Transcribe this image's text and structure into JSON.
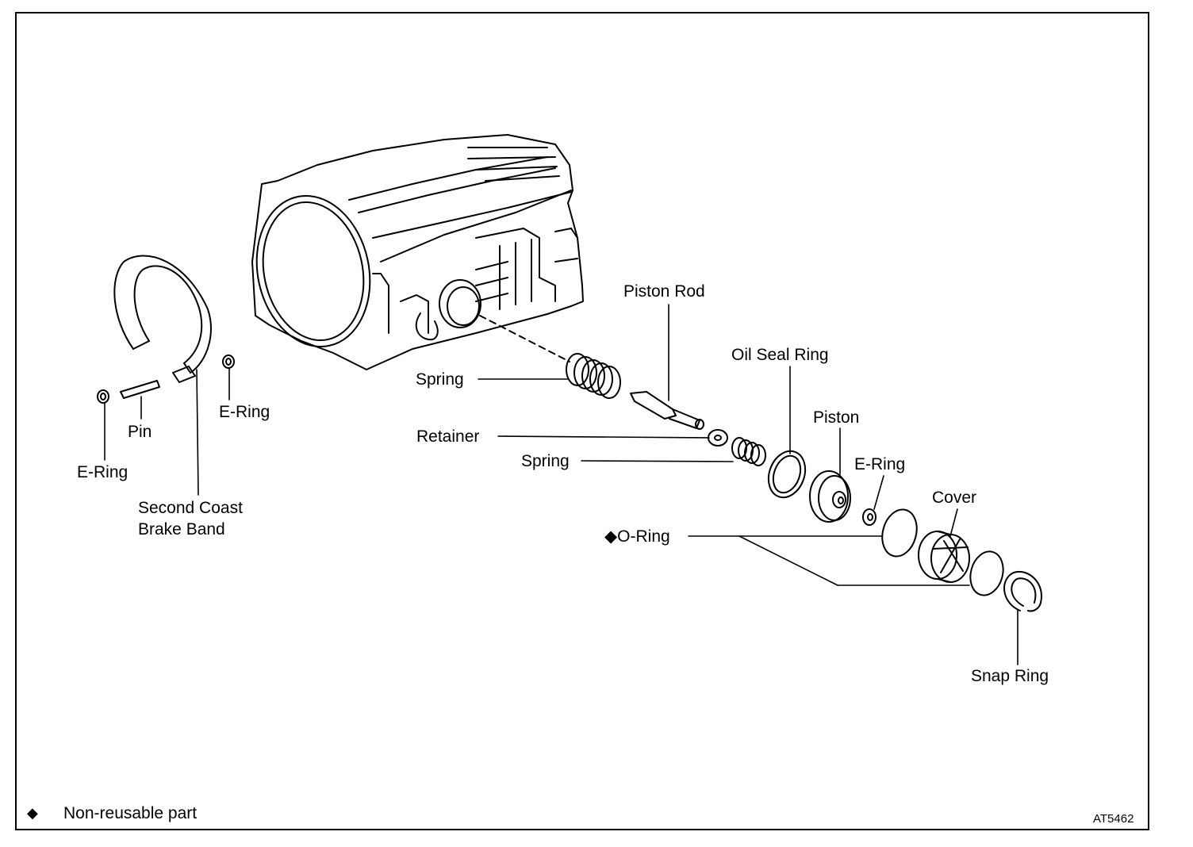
{
  "labels": {
    "piston_rod": "Piston Rod",
    "oil_seal_ring": "Oil Seal Ring",
    "piston": "Piston",
    "e_ring_right": "E-Ring",
    "cover": "Cover",
    "o_ring": "O-Ring",
    "o_ring_marker": "◆",
    "snap_ring": "Snap Ring",
    "spring_outer": "Spring",
    "retainer": "Retainer",
    "spring_inner": "Spring",
    "e_ring_band_right": "E-Ring",
    "pin": "Pin",
    "e_ring_band_left": "E-Ring",
    "brake_band_line1": "Second Coast",
    "brake_band_line2": "Brake Band"
  },
  "legend": {
    "marker": "◆",
    "text": "Non-reusable part"
  },
  "figure_code": "AT5462"
}
